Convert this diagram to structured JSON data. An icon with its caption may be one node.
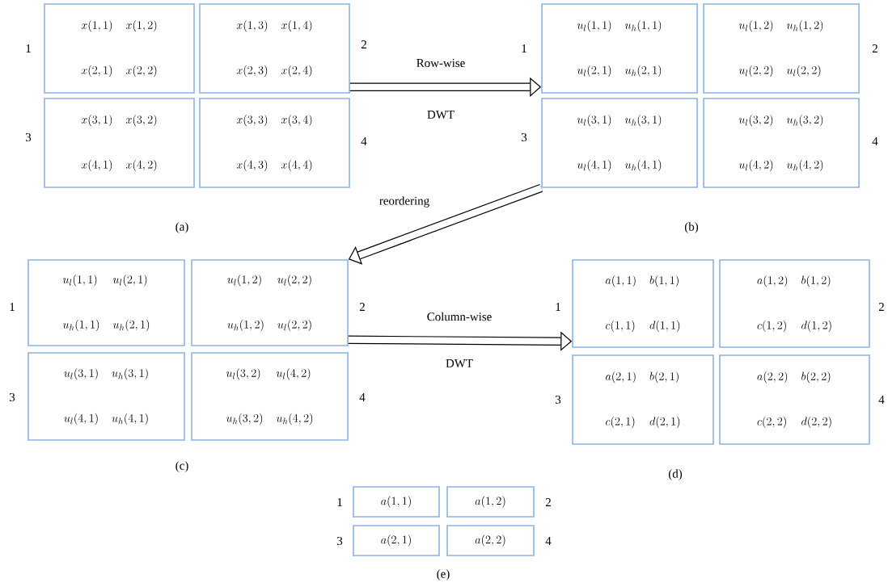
{
  "diagram": {
    "nodes": [
      {
        "text": [
          "x(1,1)",
          "x(1,2)",
          "x(2,1)",
          "x(2,2)"
        ],
        "beside": [
          "1"
        ]
      },
      {
        "text": [
          "x(1,3)",
          "x(1,4)",
          "x(2,3)",
          "x(2,4)"
        ],
        "beside": [
          "2"
        ]
      },
      {
        "text": [
          "x(3,1)",
          "x(3,2)",
          "x(4,1)",
          "x(4,2)"
        ],
        "beside": [
          "3"
        ]
      },
      {
        "text": [
          "x(3,3)",
          "x(3,4)",
          "x(4,3)",
          "x(4,4)"
        ],
        "beside": [
          "4"
        ]
      },
      {
        "text": [
          "u_l(1,1)",
          "u_h(1,1)",
          "u_l(2,1)",
          "u_h(2,1)"
        ],
        "beside": [
          "1"
        ]
      },
      {
        "text": [
          "u_l(1,2)",
          "u_h(1,2)",
          "u_l(2,2)",
          "u_l(2,2)"
        ],
        "beside": [
          "2"
        ]
      },
      {
        "text": [
          "u_l(3,1)",
          "u_h(3,1)",
          "u_l(4,1)",
          "u_h(4,1)"
        ],
        "beside": [
          "3"
        ]
      },
      {
        "text": [
          "u_l(3,2)",
          "u_h(3,2)",
          "u_l(4,2)",
          "u_h(4,2)"
        ],
        "beside": [
          "4"
        ]
      },
      {
        "text": [
          "u_l(1,1)",
          "u_l(2,1)",
          "u_h(1,1)",
          "u_h(2,1)"
        ],
        "beside": [
          "1"
        ]
      },
      {
        "text": [
          "u_l(1,2)",
          "u_l(2,2)",
          "u_h(1,2)",
          "u_l(2,2)"
        ],
        "beside": [
          "2"
        ]
      },
      {
        "text": [
          "u_l(3,1)",
          "u_h(3,1)",
          "u_l(4,1)",
          "u_h(4,1)"
        ],
        "beside": [
          "3"
        ]
      },
      {
        "text": [
          "u_l(3,2)",
          "u_l(4,2)",
          "u_h(3,2)",
          "u_h(4,2)"
        ],
        "beside": [
          "4"
        ]
      },
      {
        "text": [
          "a(1,1)",
          "b(1,1)",
          "c(1,1)",
          "d(1,1)"
        ],
        "beside": [
          "1"
        ]
      },
      {
        "text": [
          "a(1,2)",
          "b(1,2)",
          "c(1,2)",
          "d(1,2)"
        ],
        "beside": [
          "2"
        ]
      },
      {
        "text": [
          "a(2,1)",
          "b(2,1)",
          "c(2,1)",
          "d(2,1)"
        ],
        "beside": [
          "3"
        ]
      },
      {
        "text": [
          "a(2,2)",
          "b(2,2)",
          "c(2,2)",
          "d(2,2)"
        ],
        "beside": [
          "4"
        ]
      },
      {
        "text": [
          "a(1,1)"
        ],
        "beside": [
          "1"
        ]
      },
      {
        "text": [
          "a(1,2)"
        ],
        "beside": [
          "2"
        ]
      },
      {
        "text": [
          "a(2,1)"
        ],
        "beside": [
          "3"
        ]
      },
      {
        "text": [
          "a(2,2)"
        ],
        "beside": [
          "4"
        ]
      }
    ],
    "edges": [
      {
        "from": 1,
        "to": 4,
        "arrow": "to"
      },
      {
        "from": 6,
        "to": 9,
        "arrow": "to"
      },
      {
        "from": 9,
        "to": 12,
        "arrow": "to"
      }
    ],
    "labels": [
      "Row-wise",
      "DWT",
      "(a)",
      "reordering",
      "(b)",
      "Column-wise",
      "DWT",
      "(c)",
      "(d)",
      "(e)"
    ]
  }
}
